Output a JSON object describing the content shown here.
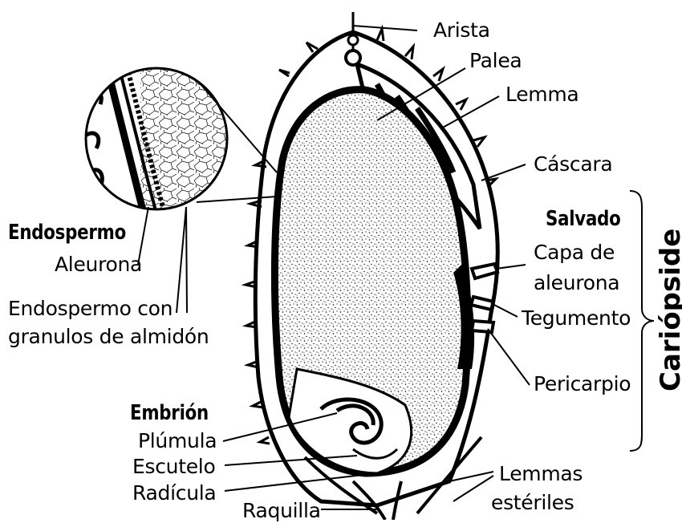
{
  "labels": {
    "arista": "Arista",
    "palea": "Palea",
    "lemma": "Lemma",
    "cascara": "Cáscara",
    "salvado": "Salvado",
    "capa_de_aleurona_line1": "Capa de",
    "capa_de_aleurona_line2": "aleurona",
    "tegumento": "Tegumento",
    "pericarpio": "Pericarpio",
    "cariopside": "Cariópside",
    "endospermo": "Endospermo",
    "aleurona": "Aleurona",
    "endospermo_almidon_line1": "Endospermo con",
    "endospermo_almidon_line2": "granulos de almidón",
    "embrion": "Embrión",
    "plumula": "Plúmula",
    "escutelo": "Escutelo",
    "radicula": "Radícula",
    "raquilla": "Raquilla",
    "lemmas_esteriles_line1": "Lemmas",
    "lemmas_esteriles_line2": "estériles"
  }
}
